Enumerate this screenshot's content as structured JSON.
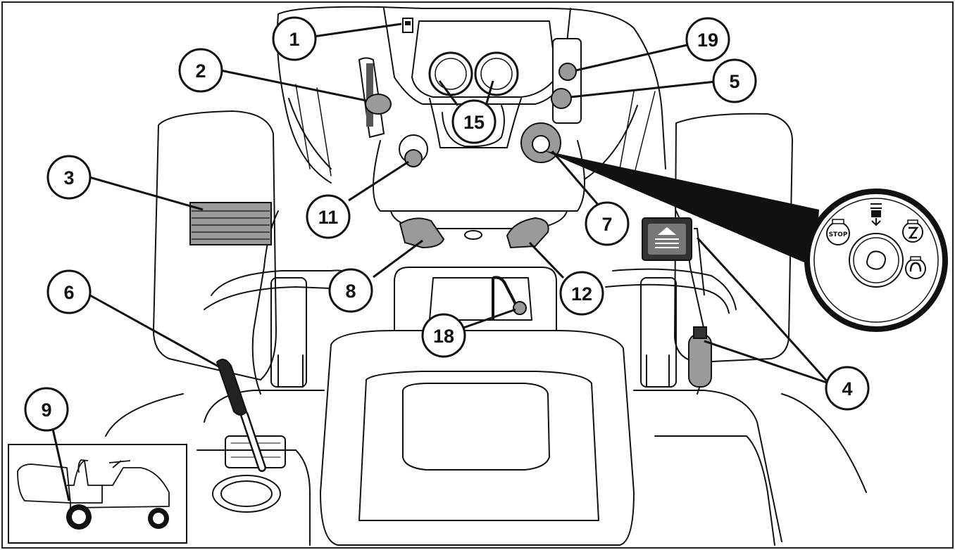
{
  "diagram": {
    "callouts": [
      {
        "id": "1",
        "label": "1"
      },
      {
        "id": "2",
        "label": "2"
      },
      {
        "id": "3",
        "label": "3"
      },
      {
        "id": "4",
        "label": "4"
      },
      {
        "id": "5",
        "label": "5"
      },
      {
        "id": "6",
        "label": "6"
      },
      {
        "id": "7",
        "label": "7"
      },
      {
        "id": "8",
        "label": "8"
      },
      {
        "id": "9",
        "label": "9"
      },
      {
        "id": "11",
        "label": "11"
      },
      {
        "id": "12",
        "label": "12"
      },
      {
        "id": "15",
        "label": "15"
      },
      {
        "id": "18",
        "label": "18"
      },
      {
        "id": "19",
        "label": "19"
      }
    ],
    "ignition_detail": {
      "stop_label": "STOP"
    },
    "colors": {
      "line": "#111111",
      "grey": "#9a9a9a",
      "dark": "#333333",
      "background": "#ffffff"
    }
  }
}
